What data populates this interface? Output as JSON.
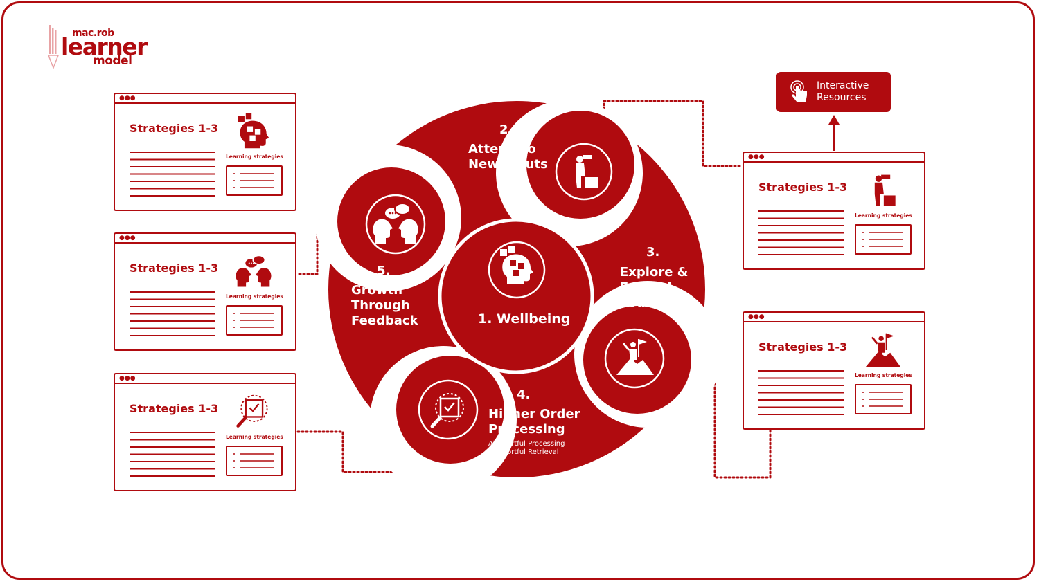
{
  "logo": {
    "top": "mac.rob",
    "main": "learner",
    "bottom": "model"
  },
  "center": {
    "label": "1.  Wellbeing",
    "icon": "puzzle-head-icon"
  },
  "segments": [
    {
      "num": "2.",
      "lines": [
        "Attend To",
        "New Inputs"
      ],
      "icon": "binoculars-person-icon"
    },
    {
      "num": "3.",
      "lines": [
        "Explore &",
        "Expand",
        "Your Limits"
      ],
      "icon": "summit-flag-icon"
    },
    {
      "num": "4.",
      "lines": [
        "Higher Order",
        "Processing"
      ],
      "sub": [
        "A) Effortful Processing",
        "B) Effortful Retrieval"
      ],
      "icon": "magnify-check-icon"
    },
    {
      "num": "5.",
      "lines": [
        "Growth",
        "Through",
        "Feedback"
      ],
      "icon": "conversation-heads-icon"
    }
  ],
  "cards": {
    "dots": "●●●",
    "title": "Strategies 1-3",
    "sublabel": "Learning strategies",
    "items": [
      {
        "id": "left-1",
        "icon": "puzzle-head-icon"
      },
      {
        "id": "left-2",
        "icon": "conversation-heads-icon"
      },
      {
        "id": "left-3",
        "icon": "magnify-check-icon"
      },
      {
        "id": "right-1",
        "icon": "binoculars-person-icon"
      },
      {
        "id": "right-2",
        "icon": "summit-flag-icon"
      }
    ]
  },
  "interactive": {
    "line1": "Interactive",
    "line2": "Resources",
    "icon": "pointer-touch-icon"
  },
  "colors": {
    "accent": "#b00b0f",
    "background": "#ffffff",
    "text_on_accent": "#ffffff"
  }
}
